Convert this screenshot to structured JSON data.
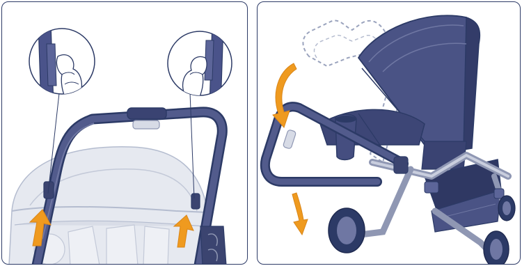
{
  "figure": {
    "panels": [
      {
        "id": "left",
        "content": "fold-release-detail",
        "callouts": [
          "left-handle-release-magnifier",
          "right-handle-release-magnifier"
        ],
        "arrows": [
          "up-arrow-left",
          "up-arrow-right"
        ]
      },
      {
        "id": "right",
        "content": "fold-handlebar-down",
        "arrows": [
          "curved-down-arrow",
          "down-arrow"
        ]
      }
    ],
    "colors": {
      "outline": "#2c3a66",
      "stroller_body": "#454e80",
      "stroller_dark": "#333c69",
      "stroller_light": "#6f77a3",
      "ghost_canopy": "#e6e9f0",
      "ghost_handle": "#9aa3bd",
      "arrow_orange": "#ef9a1f"
    }
  }
}
